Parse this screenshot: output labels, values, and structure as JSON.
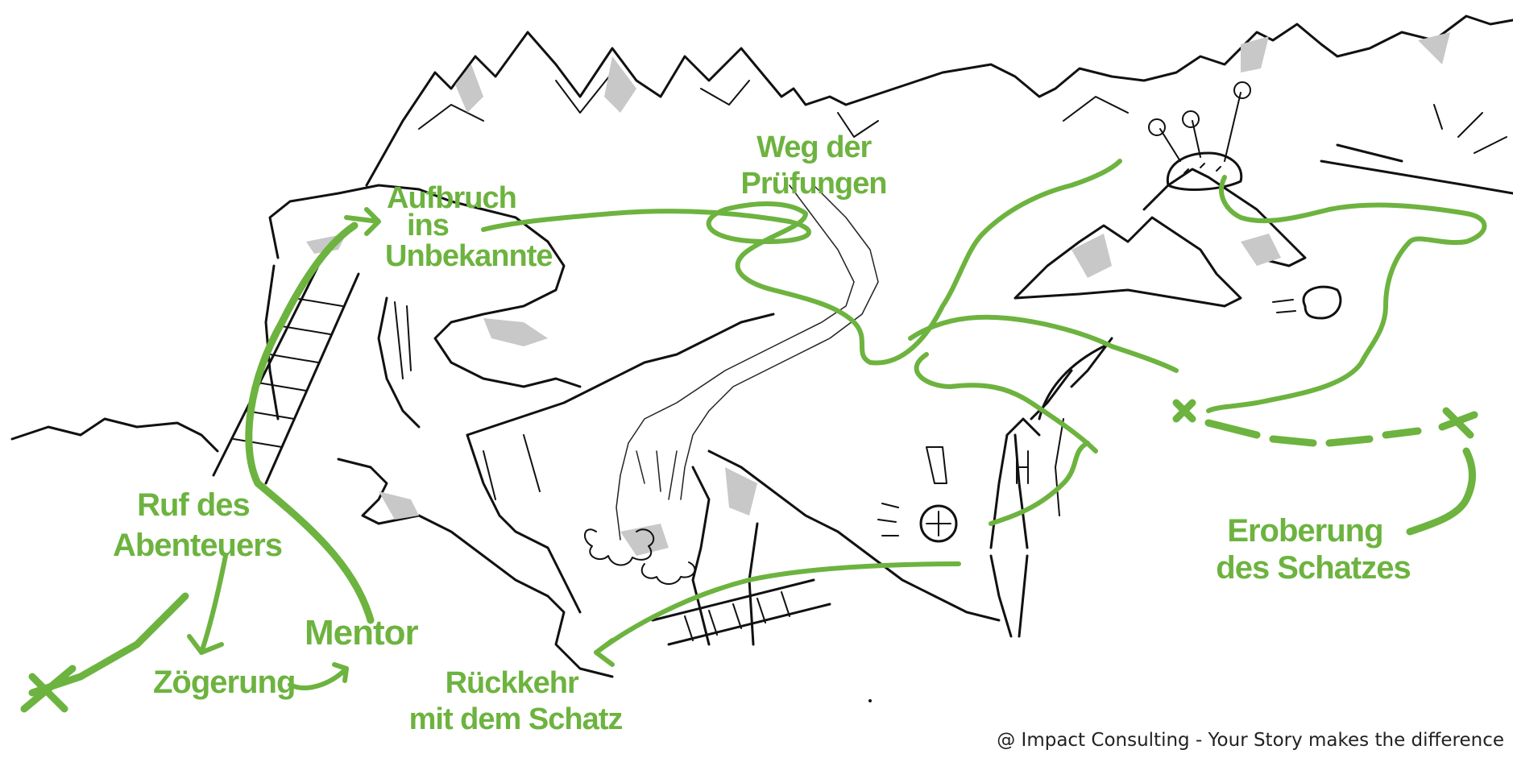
{
  "stages": {
    "ruf": [
      "Ruf des",
      "Abenteuers"
    ],
    "zoegerung": "Zögerung",
    "mentor": "Mentor",
    "aufbruch": [
      "Aufbruch",
      "ins",
      "Unbekannte"
    ],
    "weg": [
      "Weg der",
      "Prüfungen"
    ],
    "eroberung": [
      "Eroberung",
      "des Schatzes"
    ],
    "rueckkehr": [
      "Rückkehr",
      "mit dem Schatz"
    ]
  },
  "credit": "@ Impact Consulting - Your Story makes the difference",
  "colors": {
    "accent": "#6db33f",
    "ink": "#111111",
    "shadow": "#c8c8c8"
  }
}
